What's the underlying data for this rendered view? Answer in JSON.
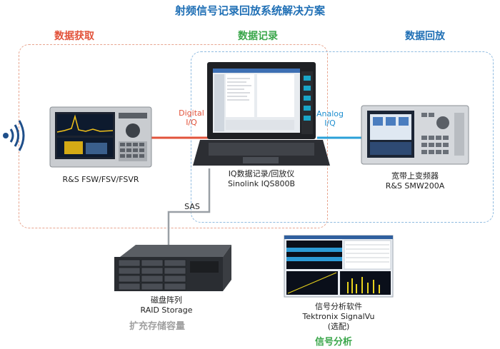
{
  "title": "射频信号记录回放系统解决方案",
  "sections": {
    "acquisition": "数据获取",
    "recording": "数据记录",
    "playback": "数据回放"
  },
  "devices": {
    "analyzer": "R&S FSW/FSV/FSVR",
    "recorder_line1": "IQ数据记录/回放仪",
    "recorder_line2": "Sinolink  IQS800B",
    "generator_line1": "宽带上变频器",
    "generator_line2": "R&S SMW200A",
    "storage_line1": "磁盘阵列",
    "storage_line2": "RAID Storage",
    "software_line1": "信号分析软件",
    "software_line2": "Tektronix SignalVu",
    "software_line3": "(选配)"
  },
  "links": {
    "digital_line1": "Digital",
    "digital_line2": "I/Q",
    "analog_line1": "Analog",
    "analog_line2": "I/Q",
    "sas": "SAS"
  },
  "extras": {
    "expand_storage": "扩充存储容量",
    "signal_analysis": "信号分析"
  },
  "colors": {
    "title": "#1f6fb5",
    "acquisition": "#e2533b",
    "recording": "#3aa64a",
    "playback": "#1f6fb5"
  }
}
